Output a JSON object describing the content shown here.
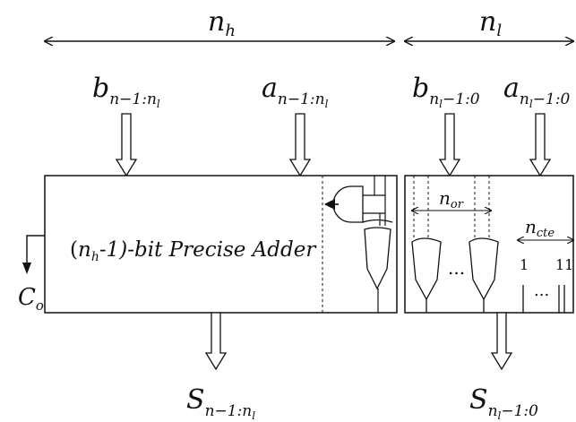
{
  "dimensions": {
    "high": {
      "base": "n",
      "sub": "h"
    },
    "low": {
      "base": "n",
      "sub": "l"
    }
  },
  "inputs": {
    "b_high": {
      "base": "b",
      "sub": "n−1:n",
      "subsub": "l"
    },
    "a_high": {
      "base": "a",
      "sub": "n−1:n",
      "subsub": "l"
    },
    "b_low": {
      "base": "b",
      "sub": "n",
      "subsub": "l",
      "tail": "−1:0"
    },
    "a_low": {
      "base": "a",
      "sub": "n",
      "subsub": "l",
      "tail": "−1:0"
    }
  },
  "precise_adder": {
    "n": "n",
    "h": "h",
    "rest": "-1)-bit Precise Adder",
    "open": "("
  },
  "carry_out": {
    "base": "C",
    "sub": "o"
  },
  "n_or": {
    "base": "n",
    "sub": "or"
  },
  "n_cte": {
    "base": "n",
    "sub": "cte"
  },
  "const_bits": {
    "first": "1",
    "last": "11",
    "ellipsis": "..."
  },
  "or_ellipsis": "...",
  "outputs": {
    "s_high": {
      "base": "S",
      "sub": "n−1:n",
      "subsub": "l"
    },
    "s_low": {
      "base": "S",
      "sub": "n",
      "subsub": "l",
      "tail": "−1:0"
    }
  }
}
